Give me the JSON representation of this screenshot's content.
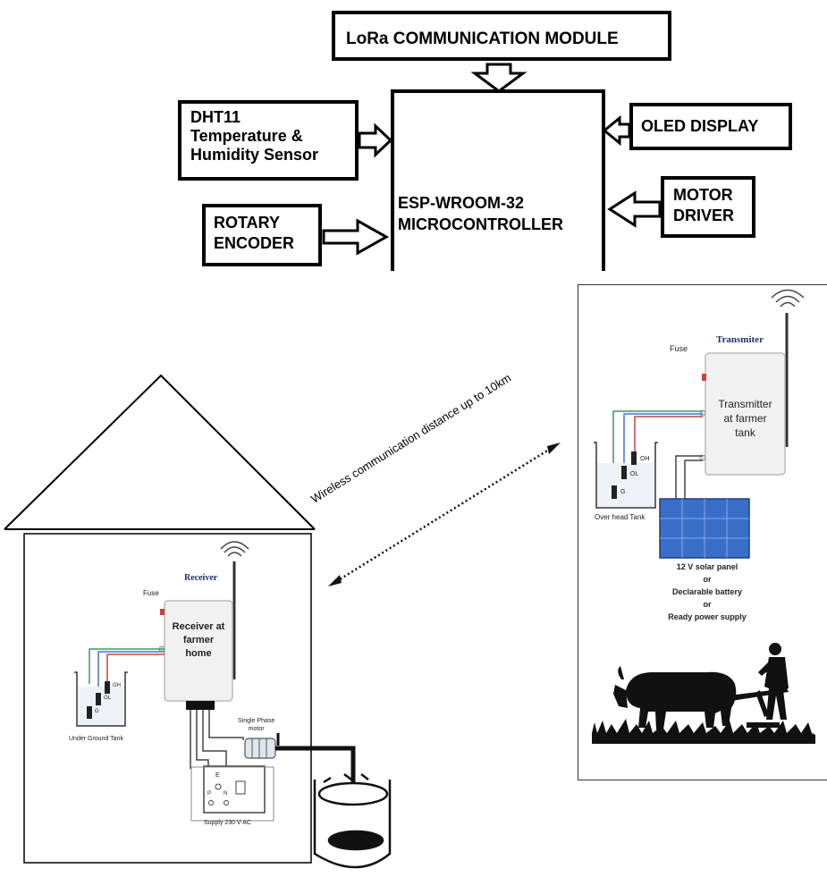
{
  "block_diagram": {
    "lora_module": "LoRa COMMUNICATION MODULE",
    "dht11_line1": "DHT11",
    "dht11_line2": "Temperature &",
    "dht11_line3": "Humidity Sensor",
    "rotary_line1": "ROTARY",
    "rotary_line2": "ENCODER",
    "mcu_line1": "ESP-WROOM-32",
    "mcu_line2": "MICROCONTROLLER",
    "oled": "OLED DISPLAY",
    "motor_line1": "MOTOR",
    "motor_line2": "DRIVER"
  },
  "receiver": {
    "title": "Receiver",
    "fuse": "Fuse",
    "box_line1": "Receiver at",
    "box_line2": "farmer",
    "box_line3": "home",
    "oh": "OH",
    "ol": "OL",
    "g": "G",
    "tank": "Under Ground Tank",
    "motor_line1": "Single Phase",
    "motor_line2": "motor",
    "e": "E",
    "p": "P",
    "n": "N",
    "supply": "Supply 230 V AC"
  },
  "wireless": {
    "label": "Wireless communication distance up to 10km"
  },
  "transmitter": {
    "title": "Transmiter",
    "fuse": "Fuse",
    "box_line1": "Transmitter",
    "box_line2": "at farmer",
    "box_line3": "tank",
    "oh": "OH",
    "ol": "OL",
    "g": "G",
    "tank": "Over head Tank",
    "power1": "12 V solar panel",
    "power2": "or",
    "power3": "Declarable battery",
    "power4": "or",
    "power5": "Ready power supply"
  },
  "colors": {
    "box_border": "#000000",
    "device_fill": "#f1f1f1",
    "solar_panel": "#3a6fc9",
    "wire_green": "#3c9a5a",
    "wire_blue": "#4a6fd6",
    "wire_red": "#c4453c",
    "title_navy": "#1f2f6b"
  }
}
